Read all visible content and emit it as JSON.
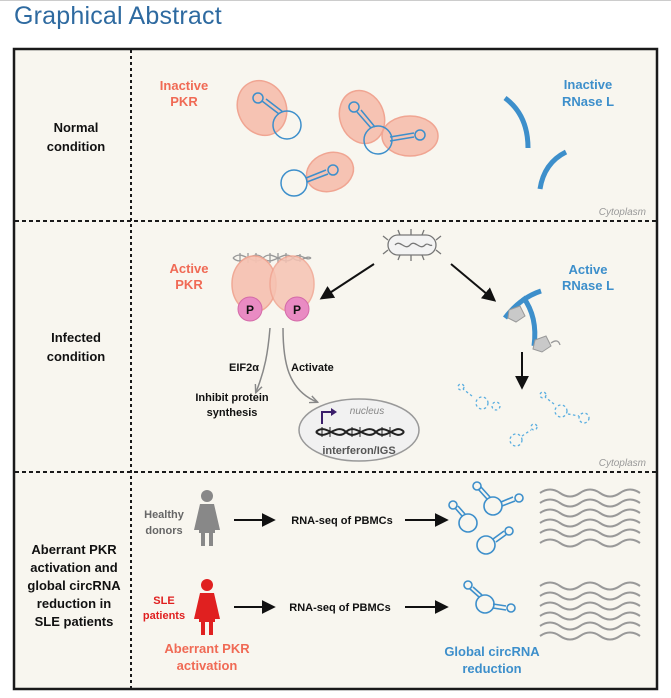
{
  "header": {
    "title": "Graphical Abstract"
  },
  "rows": {
    "normal": {
      "label_line1": "Normal",
      "label_line2": "condition",
      "region": "Cytoplasm"
    },
    "infected": {
      "label_line1": "Infected",
      "label_line2": "condition",
      "region": "Cytoplasm"
    },
    "sle": {
      "label_lines": [
        "Aberrant PKR",
        "activation and",
        "global circRNA",
        "reduction in",
        "SLE patients"
      ]
    }
  },
  "normal": {
    "pkr_line1": "Inactive",
    "pkr_line2": "PKR",
    "rnase_line1": "Inactive",
    "rnase_line2": "RNase L"
  },
  "infected": {
    "pkr_line1": "Active",
    "pkr_line2": "PKR",
    "rnase_line1": "Active",
    "rnase_line2": "RNase L",
    "phospho": "P",
    "eif2a": "EIF2α",
    "activate": "Activate",
    "inhibit_line1": "Inhibit protein",
    "inhibit_line2": "synthesis",
    "nucleus": "nucleus",
    "interferon": "interferon/IGS"
  },
  "sle_panel": {
    "healthy_line1": "Healthy",
    "healthy_line2": "donors",
    "sle_line1": "SLE",
    "sle_line2": "patients",
    "rnaseq_healthy": "RNA-seq of PBMCs",
    "rnaseq_sle": "RNA-seq of PBMCs",
    "aberrant_line1": "Aberrant PKR",
    "aberrant_line2": "activation",
    "global_line1": "Global circRNA",
    "global_line2": "reduction"
  },
  "colors": {
    "title": "#2e6aa0",
    "pkr_text": "#f06a55",
    "rnase_text": "#3d8fcb",
    "pkr_fill": "#f6c3b3",
    "phospho": "#e98bc3",
    "sle_red": "#e02020",
    "background": "#f8f6ef"
  }
}
